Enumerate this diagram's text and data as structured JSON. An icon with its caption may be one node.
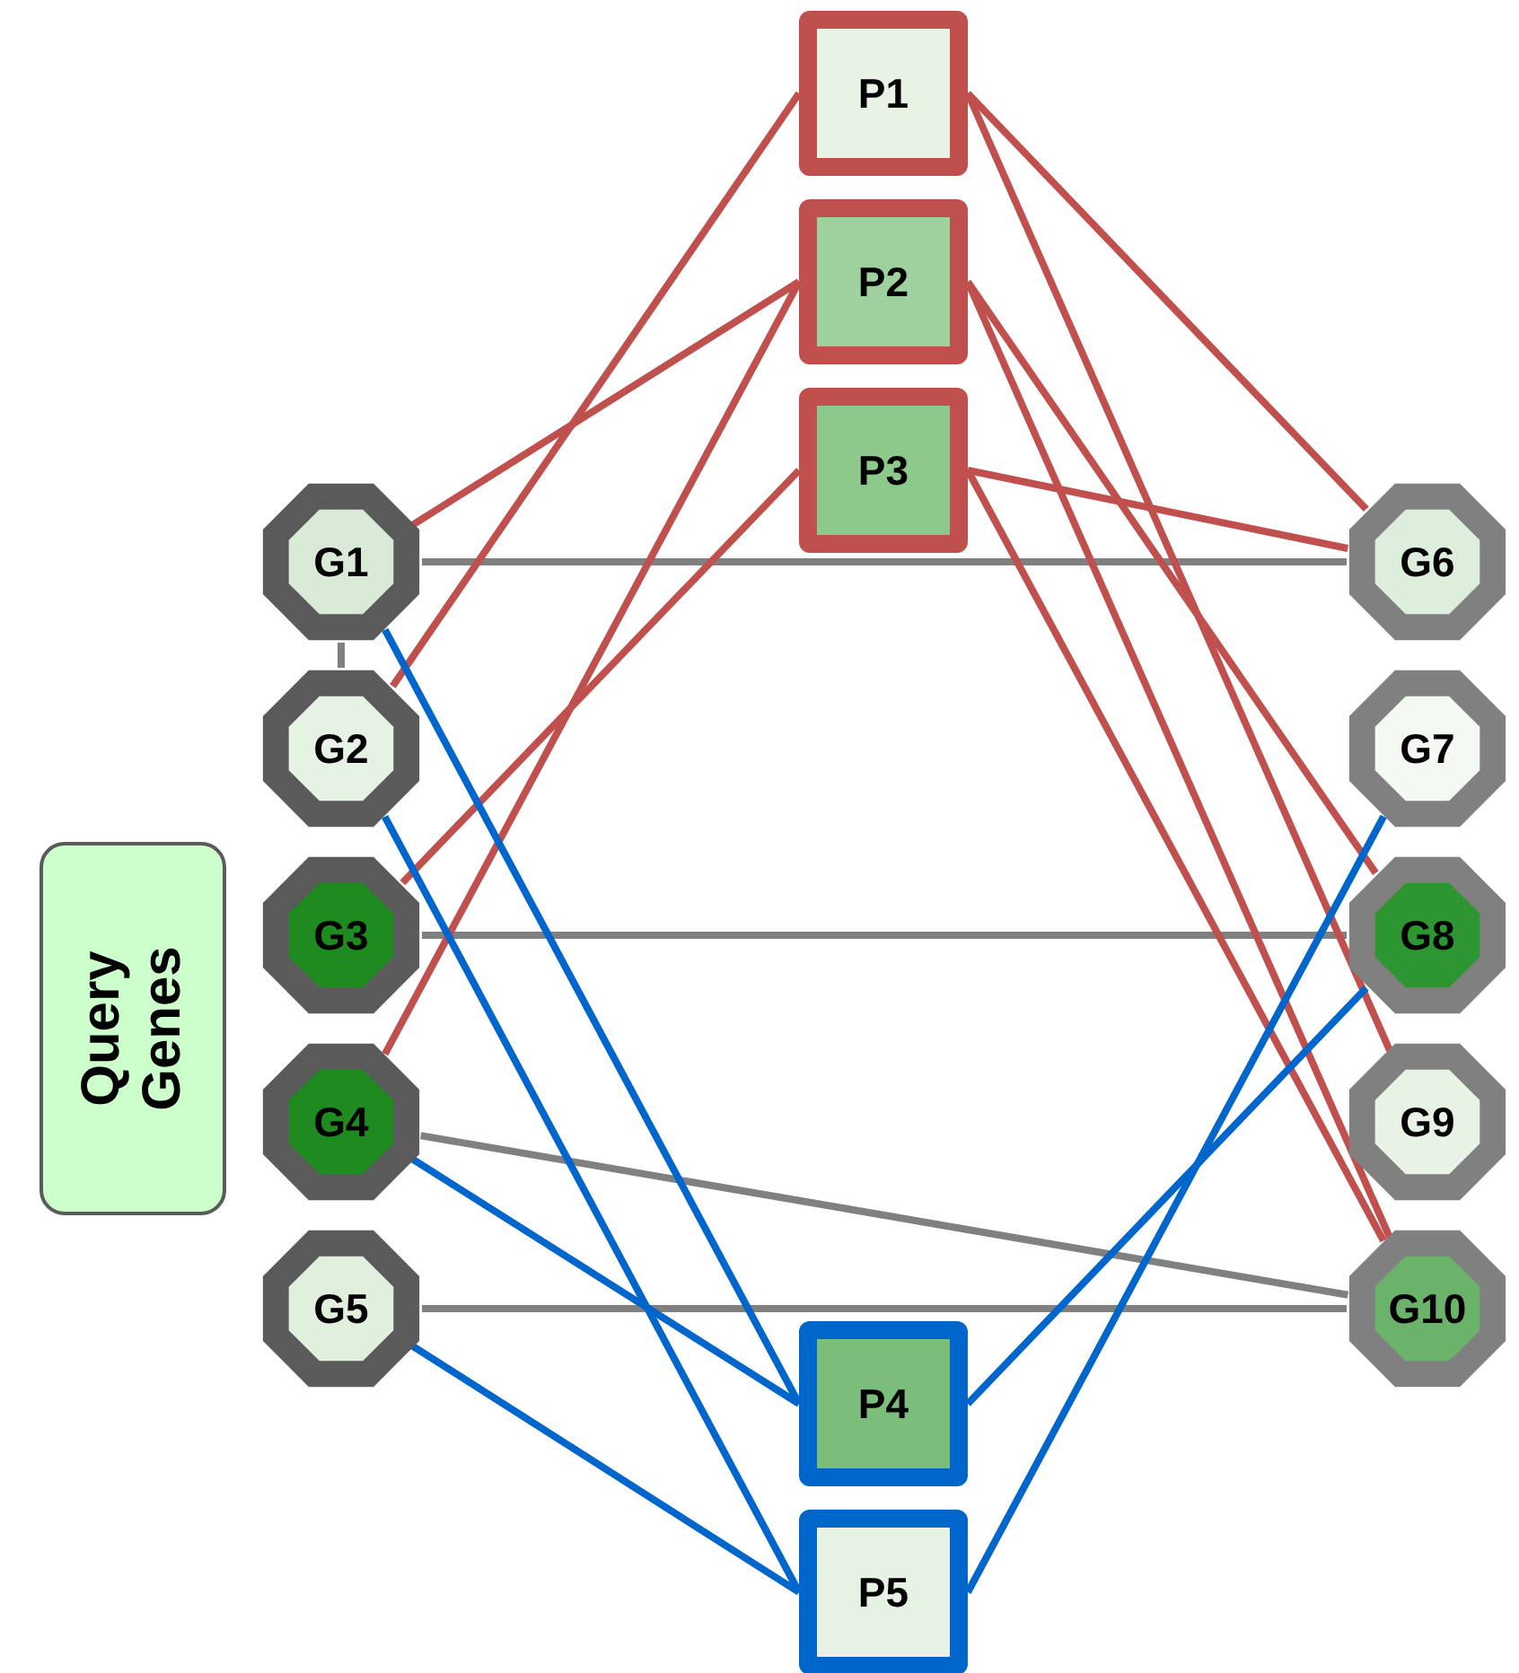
{
  "diagram": {
    "nodes": [
      {
        "text": [
          "Query Genes"
        ]
      },
      {
        "text": [
          "G1"
        ]
      },
      {
        "text": [
          "G2"
        ]
      },
      {
        "text": [
          "G3"
        ]
      },
      {
        "text": [
          "G4"
        ]
      },
      {
        "text": [
          "G5"
        ]
      },
      {
        "text": [
          "P1"
        ]
      },
      {
        "text": [
          "P2"
        ]
      },
      {
        "text": [
          "P3"
        ]
      },
      {
        "text": [
          "P4"
        ]
      },
      {
        "text": [
          "P5"
        ]
      },
      {
        "text": [
          "G6"
        ]
      },
      {
        "text": [
          "G7"
        ]
      },
      {
        "text": [
          "G8"
        ]
      },
      {
        "text": [
          "G9"
        ]
      },
      {
        "text": [
          "G10"
        ]
      }
    ],
    "edges": [
      {
        "from": 1,
        "to": 2,
        "arrow": "none",
        "color": "#808080"
      },
      {
        "from": 1,
        "to": 11,
        "arrow": "none",
        "color": "#808080"
      },
      {
        "from": 3,
        "to": 13,
        "arrow": "none",
        "color": "#808080"
      },
      {
        "from": 4,
        "to": 15,
        "arrow": "none",
        "color": "#808080"
      },
      {
        "from": 5,
        "to": 15,
        "arrow": "none",
        "color": "#808080"
      },
      {
        "from": 1,
        "to": 7,
        "arrow": "none"
      },
      {
        "from": 2,
        "to": 6,
        "arrow": "none"
      },
      {
        "from": 3,
        "to": 8,
        "arrow": "none"
      },
      {
        "from": 4,
        "to": 7,
        "arrow": "none"
      },
      {
        "from": 6,
        "to": 11,
        "arrow": "none"
      },
      {
        "from": 6,
        "to": 14,
        "arrow": "none"
      },
      {
        "from": 7,
        "to": 13,
        "arrow": "none"
      },
      {
        "from": 7,
        "to": 15,
        "arrow": "none"
      },
      {
        "from": 8,
        "to": 11,
        "arrow": "none"
      },
      {
        "from": 8,
        "to": 15,
        "arrow": "none"
      },
      {
        "from": 1,
        "to": 9,
        "arrow": "none",
        "color": "#0066cc"
      },
      {
        "from": 2,
        "to": 10,
        "arrow": "none",
        "color": "#0066cc"
      },
      {
        "from": 4,
        "to": 9,
        "arrow": "none",
        "color": "#0066cc"
      },
      {
        "from": 5,
        "to": 10,
        "arrow": "none",
        "color": "#0066cc"
      },
      {
        "from": 9,
        "to": 13,
        "arrow": "none",
        "color": "#0066cc"
      },
      {
        "from": 10,
        "to": 12,
        "arrow": "none",
        "color": "#0066cc"
      }
    ]
  }
}
